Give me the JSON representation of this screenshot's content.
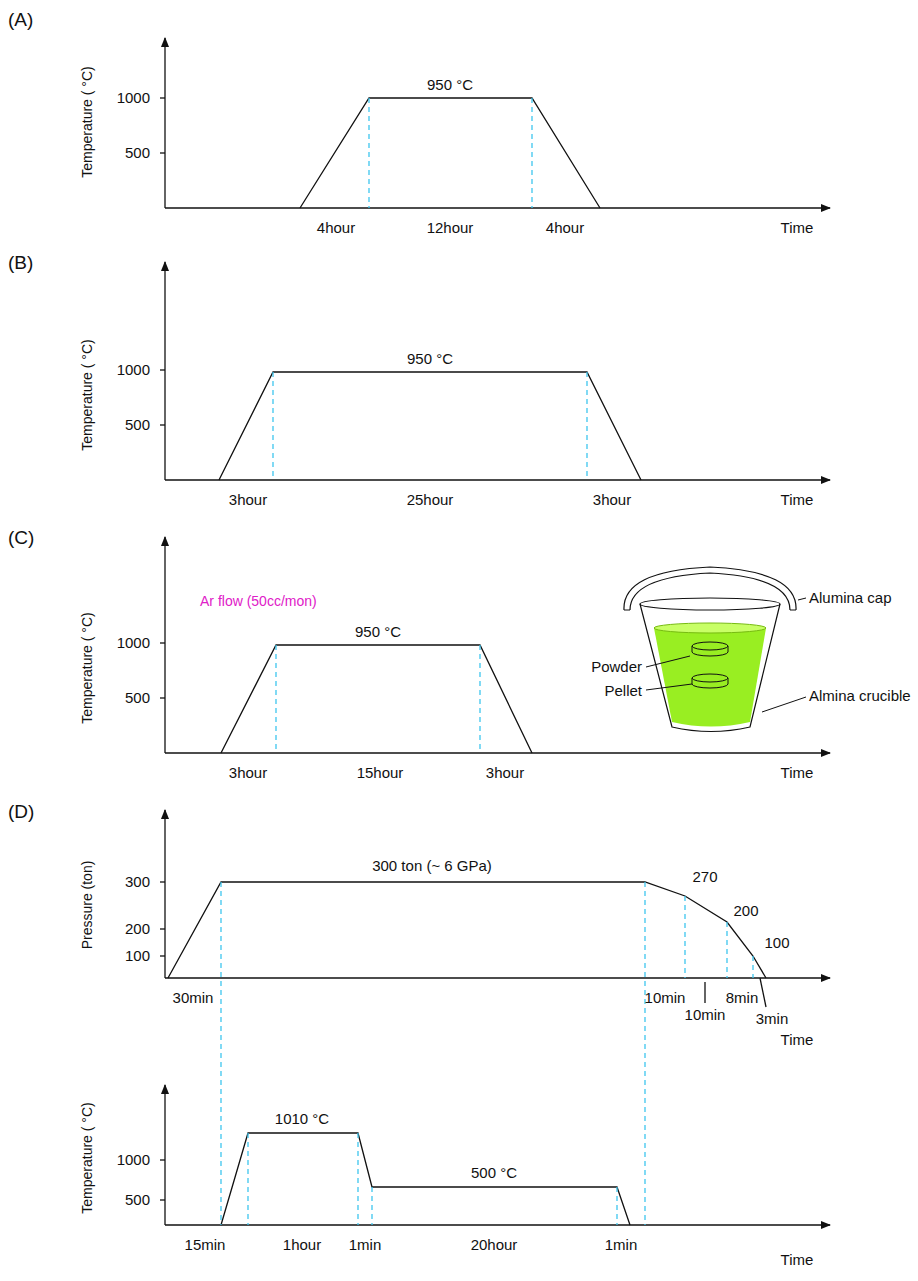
{
  "diagram": {
    "labels": [
      "(A)",
      "Temperature ( °C)",
      "1000",
      "500",
      "950 °C",
      "4hour",
      "12hour",
      "4hour",
      "Time",
      "(B)",
      "Temperature ( °C)",
      "1000",
      "500",
      "950 °C",
      "3hour",
      "25hour",
      "3hour",
      "Time",
      "(C)",
      "Temperature ( °C)",
      "Ar flow (50cc/mon)",
      "1000",
      "500",
      "950 °C",
      "3hour",
      "15hour",
      "3hour",
      "Time",
      "Alumina cap",
      "Powder",
      "Pellet",
      "Almina crucible",
      "(D)",
      "Pressure (ton)",
      "300 ton (~ 6 GPa)",
      "300",
      "200",
      "100",
      "270",
      "200",
      "100",
      "30min",
      "10min",
      "10min",
      "8min",
      "3min",
      "Time",
      "Temperature ( °C)",
      "1000",
      "500",
      "1010 °C",
      "500 °C",
      "15min",
      "1hour",
      "1min",
      "20hour",
      "1min",
      "Time"
    ]
  }
}
